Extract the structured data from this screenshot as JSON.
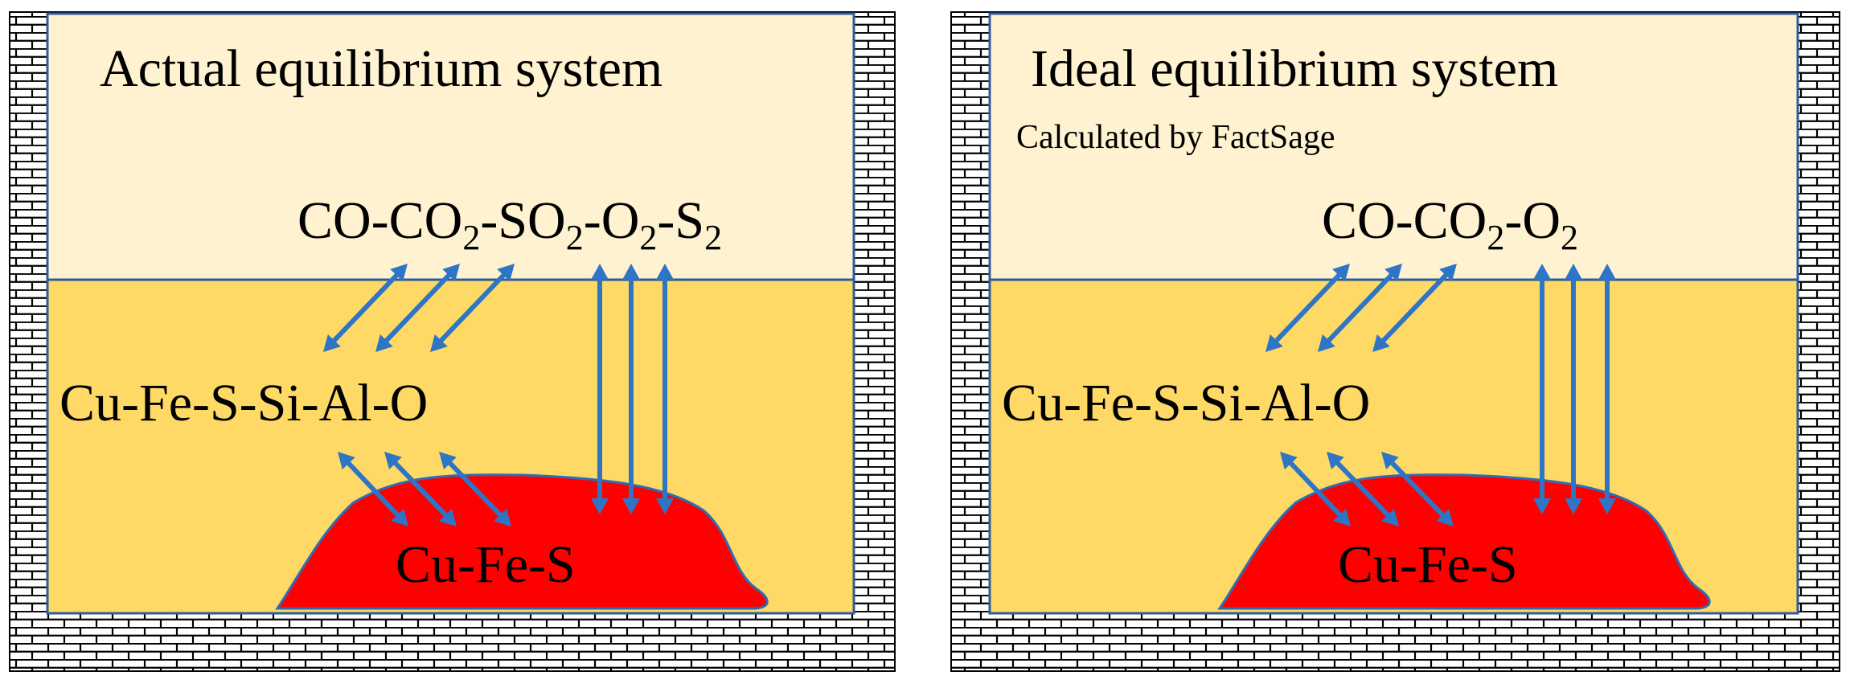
{
  "panels": [
    {
      "title": "Actual equilibrium system",
      "subtitle": "",
      "gas_parts": [
        {
          "t": "CO-CO"
        },
        {
          "s": "2"
        },
        {
          "t": "-SO"
        },
        {
          "s": "2"
        },
        {
          "t": "-O"
        },
        {
          "s": "2"
        },
        {
          "t": "-S"
        },
        {
          "s": "2"
        }
      ],
      "slag": "Cu-Fe-S-Si-Al-O",
      "matte": "Cu-Fe-S"
    },
    {
      "title": "Ideal equilibrium system",
      "subtitle": "Calculated by FactSage",
      "gas_parts": [
        {
          "t": "CO-CO"
        },
        {
          "s": "2"
        },
        {
          "t": "-O"
        },
        {
          "s": "2"
        }
      ],
      "slag": "Cu-Fe-S-Si-Al-O",
      "matte": "Cu-Fe-S"
    }
  ],
  "colors": {
    "gas_phase": "#FEF2D0",
    "slag_phase": "#FFD966",
    "matte_phase": "#FF0000",
    "arrow": "#2E75C6",
    "border": "#2E5D9A",
    "brick": "#000000"
  }
}
